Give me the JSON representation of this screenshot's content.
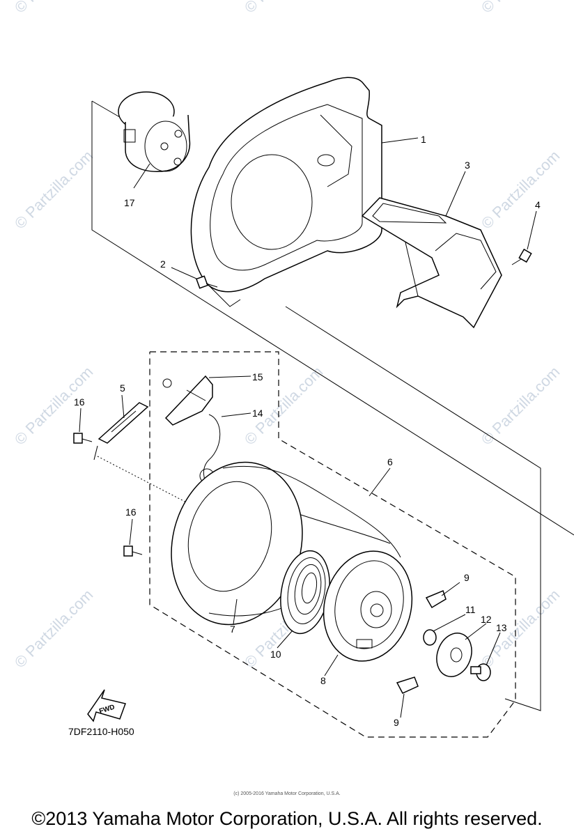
{
  "diagram": {
    "part_code": "7DF2110-H050",
    "fwd_label": "FWD",
    "watermark": "© Partzilla.com",
    "fine_print": "(c) 2005-2016 Yamaha Motor Corporation, U.S.A.",
    "copyright": "©2013 Yamaha Motor Corporation, U.S.A. All rights reserved.",
    "callouts": [
      "1",
      "2",
      "3",
      "4",
      "5",
      "6",
      "7",
      "8",
      "9",
      "9",
      "10",
      "11",
      "12",
      "13",
      "14",
      "15",
      "16",
      "16",
      "17"
    ]
  }
}
